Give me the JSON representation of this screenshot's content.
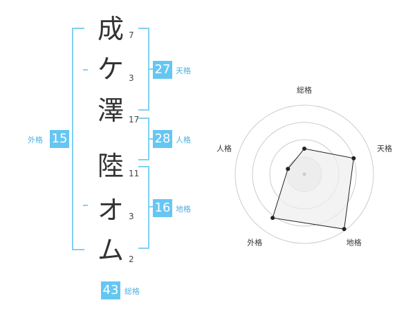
{
  "name": {
    "characters": [
      {
        "char": "成",
        "strokes": "7"
      },
      {
        "char": "ケ",
        "strokes": "3"
      },
      {
        "char": "澤",
        "strokes": "17"
      },
      {
        "char": "陸",
        "strokes": "11"
      },
      {
        "char": "オ",
        "strokes": "3"
      },
      {
        "char": "ム",
        "strokes": "2"
      }
    ]
  },
  "kakusu": {
    "tenkaku": {
      "value": "27",
      "label": "天格"
    },
    "jinkaku": {
      "value": "28",
      "label": "人格"
    },
    "chikaku": {
      "value": "16",
      "label": "地格"
    },
    "gaikaku": {
      "value": "15",
      "label": "外格"
    },
    "soukaku": {
      "value": "43",
      "label": "総格"
    }
  },
  "chart_data": {
    "type": "radar",
    "axes": [
      "総格",
      "天格",
      "地格",
      "外格",
      "人格"
    ],
    "values": [
      0.37,
      0.75,
      0.98,
      0.78,
      0.25
    ],
    "rings": 4,
    "colors": {
      "fill": "#eeeeee",
      "stroke": "#222222",
      "rings": "#cccccc",
      "center": "#dddddd"
    }
  },
  "colors": {
    "accent": "#66c6f2",
    "bracket": "#7fd0f5"
  }
}
